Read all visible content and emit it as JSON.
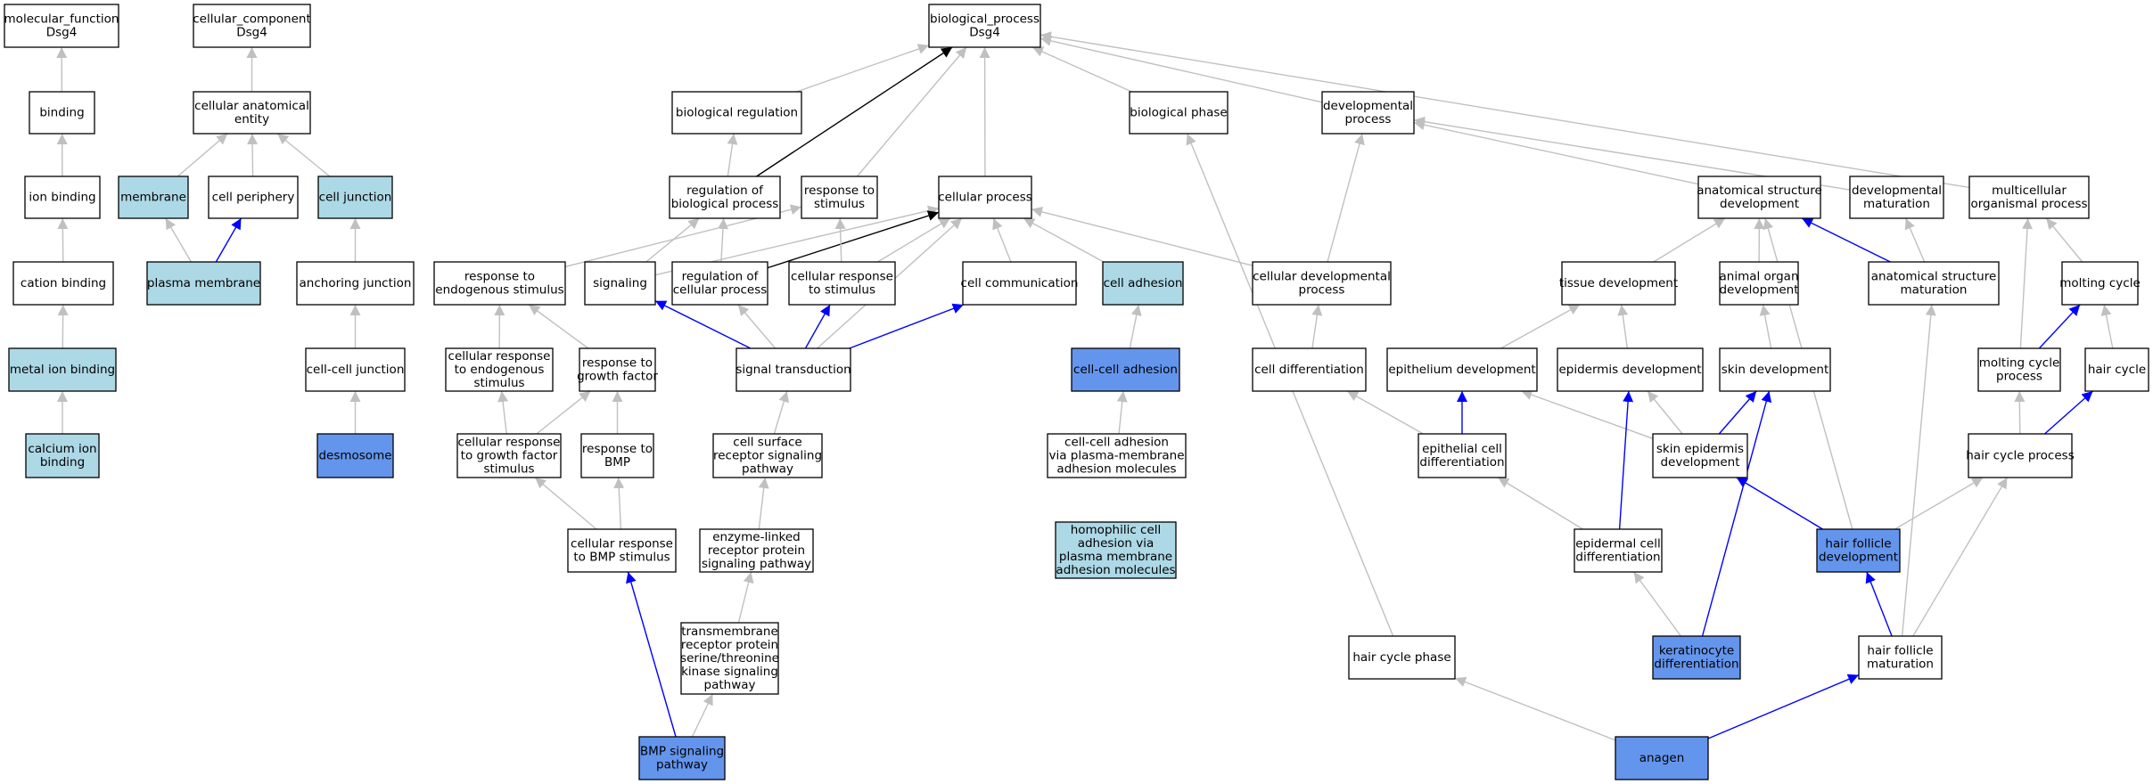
{
  "colors": {
    "white": "#ffffff",
    "light": "#add8e6",
    "dark": "#6495ed",
    "gray_edge": "#c0c0c0",
    "black_edge": "#000000",
    "blue_edge": "#0000ff"
  },
  "nodes": [
    {
      "id": "mf",
      "lines": [
        "molecular_function",
        "Dsg4"
      ],
      "fill": "white"
    },
    {
      "id": "cc",
      "lines": [
        "cellular_component",
        "Dsg4"
      ],
      "fill": "white"
    },
    {
      "id": "bp",
      "lines": [
        "biological_process",
        "Dsg4"
      ],
      "fill": "white"
    },
    {
      "id": "binding",
      "lines": [
        "binding"
      ],
      "fill": "white"
    },
    {
      "id": "cae",
      "lines": [
        "cellular anatomical",
        "entity"
      ],
      "fill": "white"
    },
    {
      "id": "ionb",
      "lines": [
        "ion binding"
      ],
      "fill": "white"
    },
    {
      "id": "membrane",
      "lines": [
        "membrane"
      ],
      "fill": "light"
    },
    {
      "id": "cperiph",
      "lines": [
        "cell periphery"
      ],
      "fill": "white"
    },
    {
      "id": "cjunc",
      "lines": [
        "cell junction"
      ],
      "fill": "light"
    },
    {
      "id": "cationb",
      "lines": [
        "cation binding"
      ],
      "fill": "white"
    },
    {
      "id": "pmem",
      "lines": [
        "plasma membrane"
      ],
      "fill": "light"
    },
    {
      "id": "anchj",
      "lines": [
        "anchoring junction"
      ],
      "fill": "white"
    },
    {
      "id": "metalb",
      "lines": [
        "metal ion binding"
      ],
      "fill": "light"
    },
    {
      "id": "ccj",
      "lines": [
        "cell-cell junction"
      ],
      "fill": "white"
    },
    {
      "id": "calb",
      "lines": [
        "calcium ion",
        "binding"
      ],
      "fill": "light"
    },
    {
      "id": "desmo",
      "lines": [
        "desmosome"
      ],
      "fill": "dark"
    },
    {
      "id": "bioreg",
      "lines": [
        "biological regulation"
      ],
      "fill": "white"
    },
    {
      "id": "biophase",
      "lines": [
        "biological phase"
      ],
      "fill": "white"
    },
    {
      "id": "devproc",
      "lines": [
        "developmental",
        "process"
      ],
      "fill": "white"
    },
    {
      "id": "regbp",
      "lines": [
        "regulation of",
        "biological process"
      ],
      "fill": "white"
    },
    {
      "id": "respstim",
      "lines": [
        "response to",
        "stimulus"
      ],
      "fill": "white"
    },
    {
      "id": "cellproc",
      "lines": [
        "cellular process"
      ],
      "fill": "white"
    },
    {
      "id": "asd",
      "lines": [
        "anatomical structure",
        "development"
      ],
      "fill": "white"
    },
    {
      "id": "devmat",
      "lines": [
        "developmental",
        "maturation"
      ],
      "fill": "white"
    },
    {
      "id": "mop",
      "lines": [
        "multicellular",
        "organismal process"
      ],
      "fill": "white"
    },
    {
      "id": "respendo",
      "lines": [
        "response to",
        "endogenous stimulus"
      ],
      "fill": "white"
    },
    {
      "id": "signaling",
      "lines": [
        "signaling"
      ],
      "fill": "white"
    },
    {
      "id": "regcp",
      "lines": [
        "regulation of",
        "cellular process"
      ],
      "fill": "white"
    },
    {
      "id": "cellresp",
      "lines": [
        "cellular response",
        "to stimulus"
      ],
      "fill": "white"
    },
    {
      "id": "cellcomm",
      "lines": [
        "cell communication"
      ],
      "fill": "white"
    },
    {
      "id": "celladh",
      "lines": [
        "cell adhesion"
      ],
      "fill": "light"
    },
    {
      "id": "celldevp",
      "lines": [
        "cellular developmental",
        "process"
      ],
      "fill": "white"
    },
    {
      "id": "tissued",
      "lines": [
        "tissue development"
      ],
      "fill": "white"
    },
    {
      "id": "aod",
      "lines": [
        "animal organ",
        "development"
      ],
      "fill": "white"
    },
    {
      "id": "asm",
      "lines": [
        "anatomical structure",
        "maturation"
      ],
      "fill": "white"
    },
    {
      "id": "molt",
      "lines": [
        "molting cycle"
      ],
      "fill": "white"
    },
    {
      "id": "crendo",
      "lines": [
        "cellular response",
        "to endogenous",
        "stimulus"
      ],
      "fill": "white"
    },
    {
      "id": "rgf",
      "lines": [
        "response to",
        "growth factor"
      ],
      "fill": "white"
    },
    {
      "id": "sigtrans",
      "lines": [
        "signal transduction"
      ],
      "fill": "white"
    },
    {
      "id": "ccadh",
      "lines": [
        "cell-cell adhesion"
      ],
      "fill": "dark"
    },
    {
      "id": "celldiff",
      "lines": [
        "cell differentiation"
      ],
      "fill": "white"
    },
    {
      "id": "epid",
      "lines": [
        "epithelium development"
      ],
      "fill": "white"
    },
    {
      "id": "epidd",
      "lines": [
        "epidermis development"
      ],
      "fill": "white"
    },
    {
      "id": "skind",
      "lines": [
        "skin development"
      ],
      "fill": "white"
    },
    {
      "id": "mcp",
      "lines": [
        "molting cycle",
        "process"
      ],
      "fill": "white"
    },
    {
      "id": "hairc",
      "lines": [
        "hair cycle"
      ],
      "fill": "white"
    },
    {
      "id": "crgf",
      "lines": [
        "cellular response",
        "to growth factor",
        "stimulus"
      ],
      "fill": "white"
    },
    {
      "id": "rbmp",
      "lines": [
        "response to",
        "BMP"
      ],
      "fill": "white"
    },
    {
      "id": "csrs",
      "lines": [
        "cell surface",
        "receptor signaling",
        "pathway"
      ],
      "fill": "white"
    },
    {
      "id": "ccapm",
      "lines": [
        "cell-cell adhesion",
        "via plasma-membrane",
        "adhesion molecules"
      ],
      "fill": "white"
    },
    {
      "id": "epcd",
      "lines": [
        "epithelial cell",
        "differentiation"
      ],
      "fill": "white"
    },
    {
      "id": "sked",
      "lines": [
        "skin epidermis",
        "development"
      ],
      "fill": "white"
    },
    {
      "id": "hcp",
      "lines": [
        "hair cycle process"
      ],
      "fill": "white"
    },
    {
      "id": "crbmp",
      "lines": [
        "cellular response",
        "to BMP stimulus"
      ],
      "fill": "white"
    },
    {
      "id": "elrp",
      "lines": [
        "enzyme-linked",
        "receptor protein",
        "signaling pathway"
      ],
      "fill": "white"
    },
    {
      "id": "homo",
      "lines": [
        "homophilic cell",
        "adhesion via",
        "plasma membrane",
        "adhesion molecules"
      ],
      "fill": "light"
    },
    {
      "id": "edcd",
      "lines": [
        "epidermal cell",
        "differentiation"
      ],
      "fill": "white"
    },
    {
      "id": "hfd",
      "lines": [
        "hair follicle",
        "development"
      ],
      "fill": "dark"
    },
    {
      "id": "tmrp",
      "lines": [
        "transmembrane",
        "receptor protein",
        "serine/threonine",
        "kinase signaling",
        "pathway"
      ],
      "fill": "white"
    },
    {
      "id": "hcphase",
      "lines": [
        "hair cycle phase"
      ],
      "fill": "white"
    },
    {
      "id": "kerad",
      "lines": [
        "keratinocyte",
        "differentiation"
      ],
      "fill": "dark"
    },
    {
      "id": "hfm",
      "lines": [
        "hair follicle",
        "maturation"
      ],
      "fill": "white"
    },
    {
      "id": "bmp",
      "lines": [
        "BMP signaling",
        "pathway"
      ],
      "fill": "dark"
    },
    {
      "id": "anagen",
      "lines": [
        "anagen"
      ],
      "fill": "dark"
    }
  ],
  "edges": [
    {
      "from": "binding",
      "to": "mf",
      "color": "gray_edge"
    },
    {
      "from": "ionb",
      "to": "binding",
      "color": "gray_edge"
    },
    {
      "from": "cationb",
      "to": "ionb",
      "color": "gray_edge"
    },
    {
      "from": "metalb",
      "to": "cationb",
      "color": "gray_edge"
    },
    {
      "from": "calb",
      "to": "metalb",
      "color": "gray_edge"
    },
    {
      "from": "cae",
      "to": "cc",
      "color": "gray_edge"
    },
    {
      "from": "membrane",
      "to": "cae",
      "color": "gray_edge"
    },
    {
      "from": "cperiph",
      "to": "cae",
      "color": "gray_edge"
    },
    {
      "from": "cjunc",
      "to": "cae",
      "color": "gray_edge"
    },
    {
      "from": "pmem",
      "to": "membrane",
      "color": "gray_edge"
    },
    {
      "from": "pmem",
      "to": "cperiph",
      "color": "blue_edge"
    },
    {
      "from": "anchj",
      "to": "cjunc",
      "color": "gray_edge"
    },
    {
      "from": "ccj",
      "to": "anchj",
      "color": "gray_edge"
    },
    {
      "from": "desmo",
      "to": "ccj",
      "color": "gray_edge"
    },
    {
      "from": "bioreg",
      "to": "bp",
      "color": "gray_edge"
    },
    {
      "from": "regbp",
      "to": "bp",
      "color": "black_edge"
    },
    {
      "from": "respstim",
      "to": "bp",
      "color": "gray_edge"
    },
    {
      "from": "cellproc",
      "to": "bp",
      "color": "gray_edge"
    },
    {
      "from": "biophase",
      "to": "bp",
      "color": "gray_edge"
    },
    {
      "from": "devproc",
      "to": "bp",
      "color": "gray_edge"
    },
    {
      "from": "mop",
      "to": "bp",
      "color": "gray_edge"
    },
    {
      "from": "regbp",
      "to": "bioreg",
      "color": "gray_edge"
    },
    {
      "from": "asd",
      "to": "devproc",
      "color": "gray_edge"
    },
    {
      "from": "devmat",
      "to": "devproc",
      "color": "gray_edge"
    },
    {
      "from": "respendo",
      "to": "respstim",
      "color": "gray_edge"
    },
    {
      "from": "signaling",
      "to": "cellproc",
      "color": "gray_edge"
    },
    {
      "from": "regcp",
      "to": "cellproc",
      "color": "black_edge"
    },
    {
      "from": "regcp",
      "to": "regbp",
      "color": "gray_edge"
    },
    {
      "from": "cellresp",
      "to": "cellproc",
      "color": "gray_edge"
    },
    {
      "from": "cellresp",
      "to": "respstim",
      "color": "gray_edge"
    },
    {
      "from": "cellcomm",
      "to": "cellproc",
      "color": "gray_edge"
    },
    {
      "from": "celladh",
      "to": "cellproc",
      "color": "gray_edge"
    },
    {
      "from": "celldevp",
      "to": "cellproc",
      "color": "gray_edge"
    },
    {
      "from": "celldevp",
      "to": "devproc",
      "color": "gray_edge"
    },
    {
      "from": "signaling",
      "to": "regbp",
      "color": "gray_edge"
    },
    {
      "from": "tissued",
      "to": "asd",
      "color": "gray_edge"
    },
    {
      "from": "aod",
      "to": "asd",
      "color": "gray_edge"
    },
    {
      "from": "asm",
      "to": "asd",
      "color": "blue_edge"
    },
    {
      "from": "asm",
      "to": "devmat",
      "color": "gray_edge"
    },
    {
      "from": "molt",
      "to": "mop",
      "color": "gray_edge"
    },
    {
      "from": "crendo",
      "to": "respendo",
      "color": "gray_edge"
    },
    {
      "from": "rgf",
      "to": "respendo",
      "color": "gray_edge"
    },
    {
      "from": "sigtrans",
      "to": "signaling",
      "color": "blue_edge"
    },
    {
      "from": "sigtrans",
      "to": "regcp",
      "color": "gray_edge"
    },
    {
      "from": "sigtrans",
      "to": "cellresp",
      "color": "blue_edge"
    },
    {
      "from": "sigtrans",
      "to": "cellcomm",
      "color": "blue_edge"
    },
    {
      "from": "sigtrans",
      "to": "cellproc",
      "color": "gray_edge"
    },
    {
      "from": "ccadh",
      "to": "celladh",
      "color": "gray_edge"
    },
    {
      "from": "celldiff",
      "to": "celldevp",
      "color": "gray_edge"
    },
    {
      "from": "epid",
      "to": "tissued",
      "color": "gray_edge"
    },
    {
      "from": "epidd",
      "to": "tissued",
      "color": "gray_edge"
    },
    {
      "from": "skind",
      "to": "aod",
      "color": "gray_edge"
    },
    {
      "from": "mcp",
      "to": "molt",
      "color": "blue_edge"
    },
    {
      "from": "mcp",
      "to": "mop",
      "color": "gray_edge"
    },
    {
      "from": "hairc",
      "to": "molt",
      "color": "gray_edge"
    },
    {
      "from": "crgf",
      "to": "crendo",
      "color": "gray_edge"
    },
    {
      "from": "crgf",
      "to": "rgf",
      "color": "gray_edge"
    },
    {
      "from": "rbmp",
      "to": "rgf",
      "color": "gray_edge"
    },
    {
      "from": "csrs",
      "to": "sigtrans",
      "color": "gray_edge"
    },
    {
      "from": "ccapm",
      "to": "ccadh",
      "color": "gray_edge"
    },
    {
      "from": "epcd",
      "to": "celldiff",
      "color": "gray_edge"
    },
    {
      "from": "epcd",
      "to": "epid",
      "color": "blue_edge"
    },
    {
      "from": "sked",
      "to": "epid",
      "color": "gray_edge"
    },
    {
      "from": "sked",
      "to": "epidd",
      "color": "gray_edge"
    },
    {
      "from": "sked",
      "to": "skind",
      "color": "blue_edge"
    },
    {
      "from": "hcp",
      "to": "mcp",
      "color": "gray_edge"
    },
    {
      "from": "hcp",
      "to": "hairc",
      "color": "blue_edge"
    },
    {
      "from": "crbmp",
      "to": "crgf",
      "color": "gray_edge"
    },
    {
      "from": "crbmp",
      "to": "rbmp",
      "color": "gray_edge"
    },
    {
      "from": "elrp",
      "to": "csrs",
      "color": "gray_edge"
    },
    {
      "from": "edcd",
      "to": "epcd",
      "color": "gray_edge"
    },
    {
      "from": "edcd",
      "to": "epidd",
      "color": "blue_edge"
    },
    {
      "from": "hfd",
      "to": "sked",
      "color": "blue_edge"
    },
    {
      "from": "hfd",
      "to": "asd",
      "color": "gray_edge"
    },
    {
      "from": "hfd",
      "to": "hcp",
      "color": "gray_edge"
    },
    {
      "from": "tmrp",
      "to": "elrp",
      "color": "gray_edge"
    },
    {
      "from": "hcphase",
      "to": "biophase",
      "color": "gray_edge"
    },
    {
      "from": "kerad",
      "to": "edcd",
      "color": "gray_edge"
    },
    {
      "from": "kerad",
      "to": "skind",
      "color": "blue_edge"
    },
    {
      "from": "hfm",
      "to": "hfd",
      "color": "blue_edge"
    },
    {
      "from": "hfm",
      "to": "asm",
      "color": "gray_edge"
    },
    {
      "from": "hfm",
      "to": "hcp",
      "color": "gray_edge"
    },
    {
      "from": "bmp",
      "to": "crbmp",
      "color": "blue_edge"
    },
    {
      "from": "bmp",
      "to": "tmrp",
      "color": "gray_edge"
    },
    {
      "from": "anagen",
      "to": "hcphase",
      "color": "gray_edge"
    },
    {
      "from": "anagen",
      "to": "hfm",
      "color": "blue_edge"
    }
  ]
}
